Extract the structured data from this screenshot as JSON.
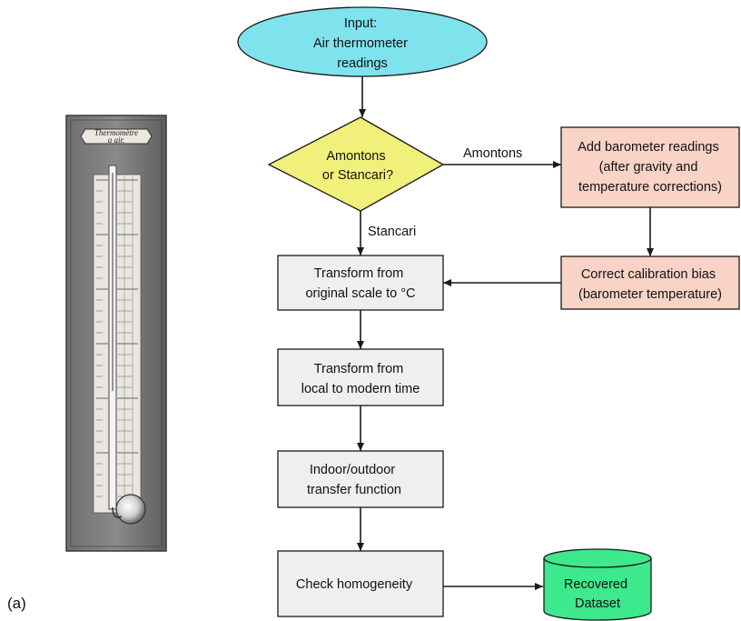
{
  "panel_label": "(a)",
  "illustration": {
    "plate_line1": "Thermomètre",
    "plate_line2": "a air."
  },
  "colors": {
    "input_fill": "#7fe3ee",
    "decision_fill": "#f0f07a",
    "amontons_fill": "#f9d3c5",
    "process_fill": "#efefef",
    "output_fill": "#3ee88c",
    "stroke": "#1a1a1a"
  },
  "nodes": {
    "input": [
      "Input:",
      "Air thermometer",
      "readings"
    ],
    "decision": [
      "Amontons",
      "or Stancari?"
    ],
    "barometer": [
      "Add barometer readings",
      "(after gravity and",
      "temperature corrections)"
    ],
    "calibration": [
      "Correct calibration bias",
      "(barometer temperature)"
    ],
    "transform_scale": [
      "Transform from",
      "original scale to °C"
    ],
    "transform_time": [
      "Transform from",
      "local to modern time"
    ],
    "transfer": [
      "Indoor/outdoor",
      "transfer function"
    ],
    "homogeneity": [
      "Check homogeneity"
    ],
    "output": [
      "Recovered",
      "Dataset"
    ]
  },
  "edge_labels": {
    "amontons": "Amontons",
    "stancari": "Stancari"
  }
}
